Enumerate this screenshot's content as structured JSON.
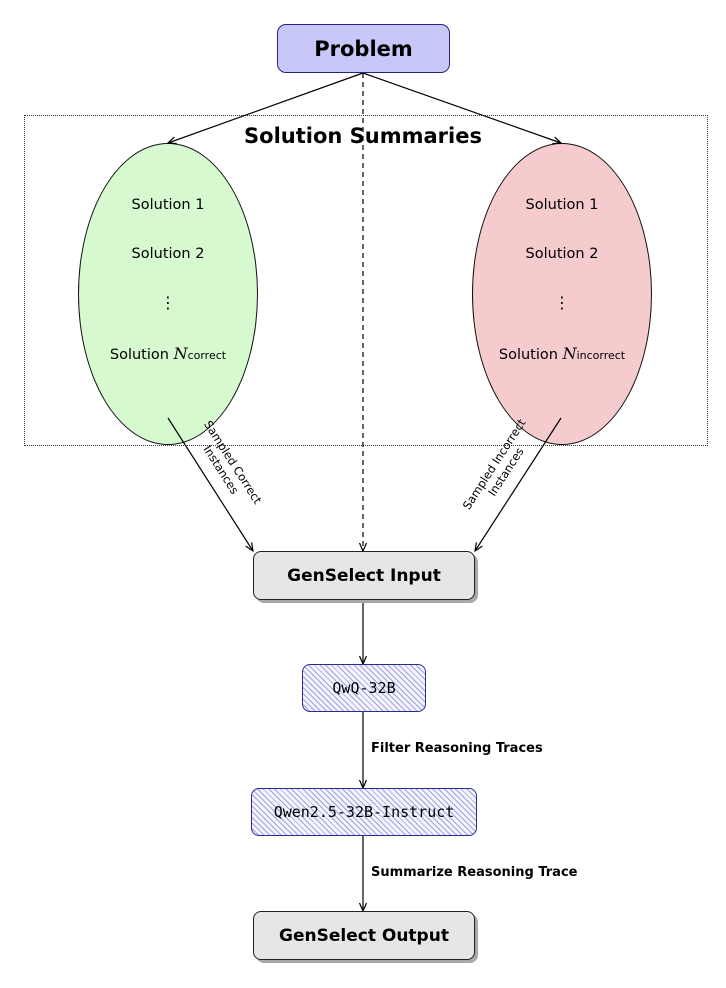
{
  "problem": "Problem",
  "summaries_title": "Solution Summaries",
  "correct": {
    "solution_1": "Solution 1",
    "solution_2": "Solution 2",
    "dots": "⋮",
    "last_prefix": "Solution ",
    "last_var": "N",
    "last_sub": "correct",
    "edge_label_1": "Sampled Correct",
    "edge_label_2": "Instances"
  },
  "incorrect": {
    "solution_1": "Solution 1",
    "solution_2": "Solution 2",
    "dots": "⋮",
    "last_prefix": "Solution ",
    "last_var": "N",
    "last_sub": "incorrect",
    "edge_label_1": "Sampled Incorrect",
    "edge_label_2": "Instances"
  },
  "genselect_input": "GenSelect Input",
  "model_1": "QwQ-32B",
  "edge_filter": "Filter Reasoning Traces",
  "model_2": "Qwen2.5-32B-Instruct",
  "edge_summarize": "Summarize Reasoning Trace",
  "genselect_output": "GenSelect Output"
}
